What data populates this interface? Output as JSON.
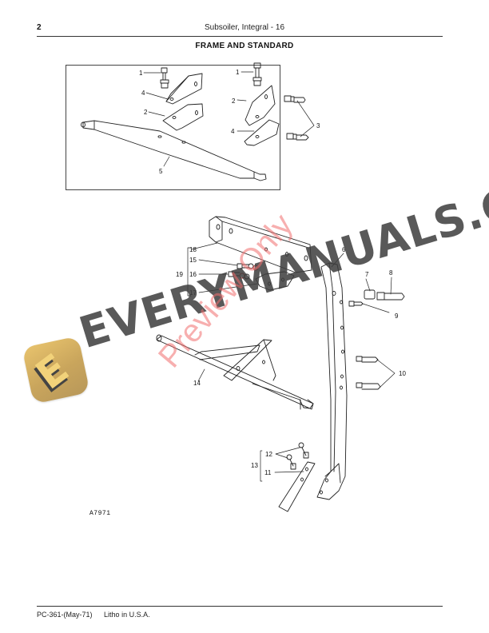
{
  "header": {
    "page_number": "2",
    "running_title": "Subsoiler, Integral - 16",
    "section_title": "FRAME AND STANDARD"
  },
  "top_figure": {
    "callouts_left": [
      "1",
      "4",
      "2",
      "5"
    ],
    "callouts_right": [
      "1",
      "2",
      "4",
      "3"
    ]
  },
  "main_figure": {
    "callouts": {
      "c18": "18",
      "c15": "15",
      "c19": "19",
      "c16": "16",
      "c17": "17",
      "c6": "6",
      "c7": "7",
      "c8": "8",
      "c9": "9",
      "c10": "10",
      "c14": "14",
      "c12": "12",
      "c13": "13",
      "c11": "11"
    },
    "art_id": "A7971"
  },
  "footer": {
    "publication": "PC-361-(May-71)",
    "printing": "Litho in U.S.A."
  },
  "watermark": {
    "brand_text": "EVERYMANUALS.COM",
    "overlay_text": "Preview Only",
    "logo_glyph": "E",
    "logo_color": "#d4b062",
    "brand_color": "#3c3c3c",
    "overlay_color": "#f06e6e"
  }
}
